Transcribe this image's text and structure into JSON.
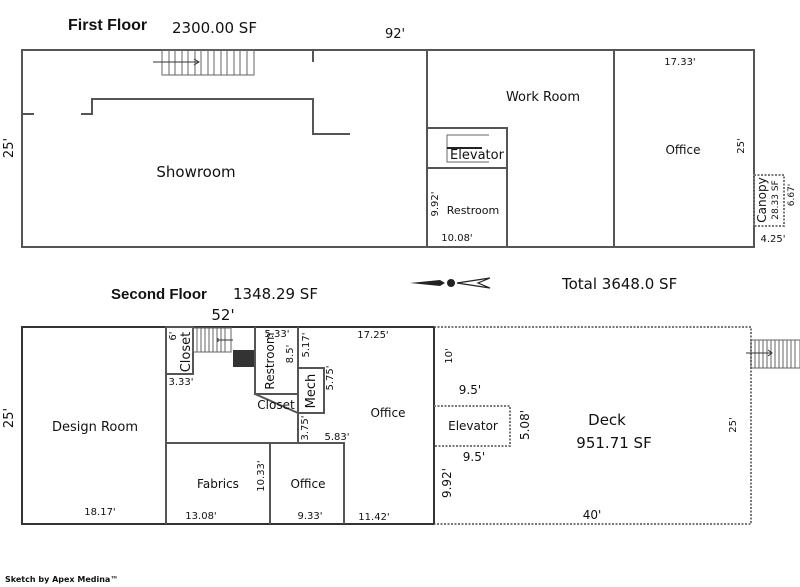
{
  "first_floor": {
    "title": "First Floor",
    "area": "2300.00 SF",
    "width_dim": "92'",
    "height_dim": "25'",
    "rooms": {
      "showroom": "Showroom",
      "work_room": "Work Room",
      "elevator": "Elevator",
      "restroom": "Restroom",
      "restroom_h": "9.92'",
      "restroom_w": "10.08'",
      "office": "Office",
      "office_w": "17.33'",
      "office_h": "25'",
      "canopy": "Canopy",
      "canopy_area": "28.33 SF",
      "canopy_h": "6.67'",
      "canopy_w": "4.25'"
    }
  },
  "total": "Total 3648.0 SF",
  "second_floor": {
    "title": "Second Floor",
    "area": "1348.29 SF",
    "width_dim": "52'",
    "height_dim": "25'",
    "rooms": {
      "design_room": "Design Room",
      "design_room_w": "18.17'",
      "closet": "Closet",
      "closet_h": "6'",
      "closet_w": "3.33'",
      "restroom": "Restroom",
      "restroom_w": "5.33'",
      "restroom_h": "8.5'",
      "dim_517": "5.17'",
      "mech": "Mech",
      "mech_h": "5.75'",
      "closet2": "Closet",
      "dim_375": "3.75'",
      "dim_583": "5.83'",
      "office": "Office",
      "office_w": "17.25'",
      "office_bottom": "11.42'",
      "fabrics": "Fabrics",
      "fabrics_h": "10.33'",
      "fabrics_w": "13.08'",
      "office2": "Office",
      "office2_w": "9.33'"
    }
  },
  "deck": {
    "label": "Deck",
    "area": "951.71 SF",
    "dim_10": "10'",
    "elev_top": "9.5'",
    "elevator": "Elevator",
    "elev_h": "5.08'",
    "elev_bottom": "9.5'",
    "dim_992": "9.92'",
    "height_dim": "25'",
    "width_dim": "40'"
  },
  "footer": "Sketch by Apex Medina™"
}
